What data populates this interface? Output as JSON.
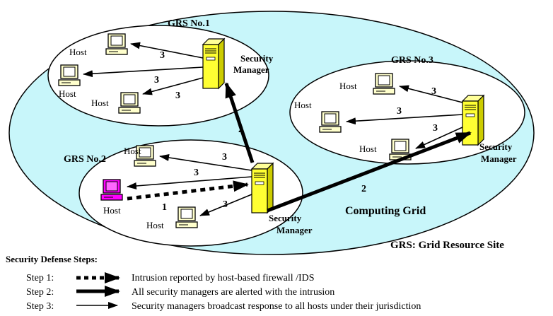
{
  "colors": {
    "outer_fill": "#c8f6fa",
    "inner_fill": "#ffffff",
    "server_fill": "#ffff33",
    "host_fill": "#ffffcc",
    "intruder_fill": "#ff00ff",
    "line": "#000000"
  },
  "sites": {
    "grs1": {
      "title": "GRS No.1",
      "manager": [
        "Security",
        "Manager"
      ]
    },
    "grs2": {
      "title": "GRS No.2",
      "manager": [
        "Security",
        "Manager"
      ]
    },
    "grs3": {
      "title": "GRS No.3",
      "manager": [
        "Security",
        "Manager"
      ]
    }
  },
  "host_label": "Host",
  "step_numbers": {
    "one": "1",
    "two": "2",
    "three": "3"
  },
  "computing_grid": "Computing Grid",
  "grs_definition": "GRS: Grid Resource Site",
  "legend": {
    "title": "Security Defense Steps:",
    "steps": [
      {
        "label": "Step 1:",
        "text": "Intrusion reported by host-based firewall /IDS",
        "arrow": "dotted-thick"
      },
      {
        "label": "Step 2:",
        "text": "All security managers are alerted with the intrusion",
        "arrow": "solid-thick"
      },
      {
        "label": "Step 3:",
        "text": "Security managers broadcast response to all hosts under their jurisdiction",
        "arrow": "solid-thin"
      }
    ]
  }
}
